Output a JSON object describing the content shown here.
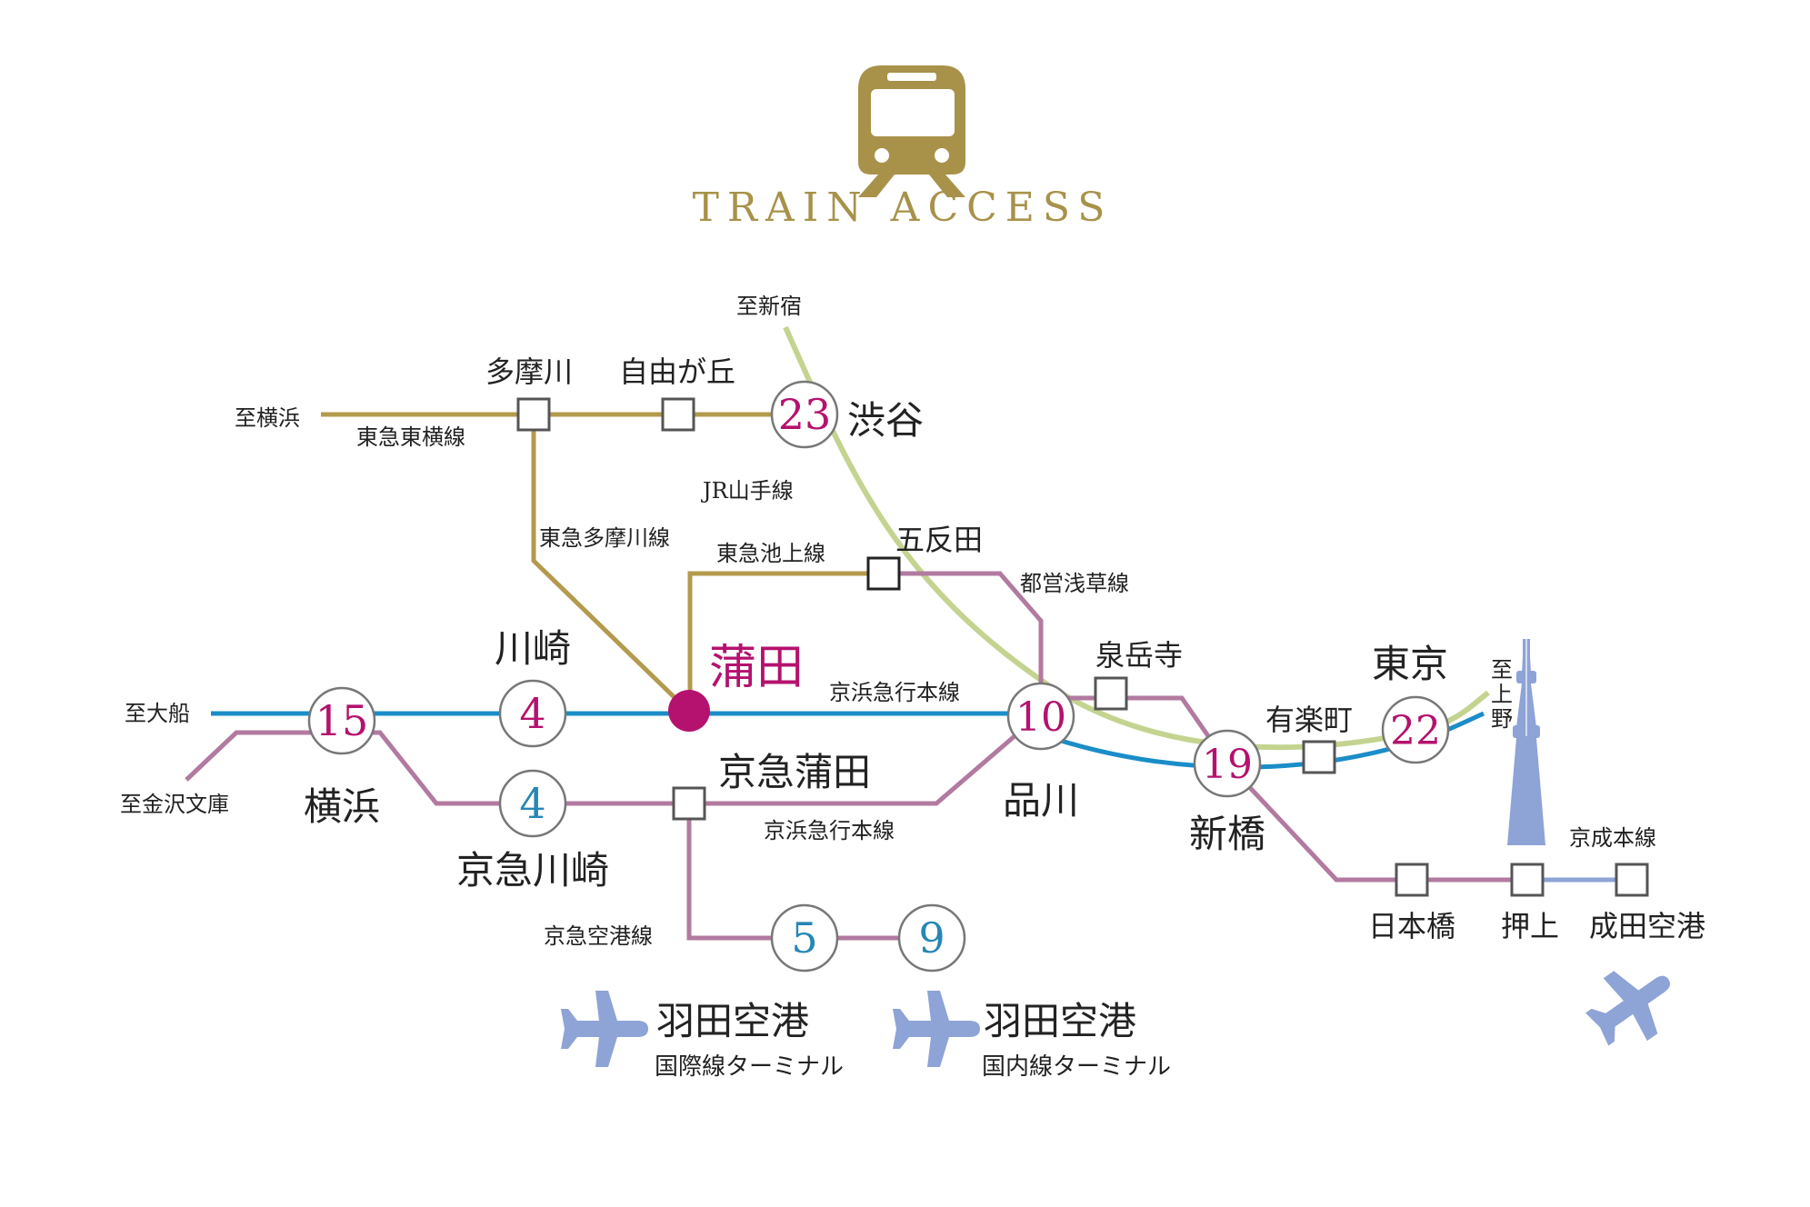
{
  "colors": {
    "gold": "#a8924a",
    "gold_line": "#b39a4d",
    "yamanote": "#c4d490",
    "blue": "#1b8dc8",
    "pink": "#b27aa0",
    "asakusa": "#b27aa0",
    "lightblue": "#8ea3d6",
    "magenta": "#b4126e",
    "teal": "#2687b5",
    "text": "#222222",
    "circle_stroke": "#777777"
  },
  "header": {
    "icon": "train-icon",
    "title": "TRAIN ACCESS"
  },
  "icons": {
    "plane": "airplane-icon",
    "tower": "skytree-tower-icon"
  },
  "lines": {
    "toyoko": "東急東横線",
    "tamagawa": "東急多摩川線",
    "ikegami": "東急池上線",
    "yamanote": "JR山手線",
    "asakusa": "都営浅草線",
    "keihin_upper": "京浜急行本線",
    "keihin_lower": "京浜急行本線",
    "airport_line": "京急空港線",
    "keisei": "京成本線"
  },
  "destinations": {
    "yokohama": "至横浜",
    "shinjuku": "至新宿",
    "ofuna": "至大船",
    "kanazawa": "至金沢文庫",
    "ueno": "至上野"
  },
  "stations": {
    "kamata": "蒲田",
    "tamagawa": "多摩川",
    "jiyugaoka": "自由が丘",
    "shibuya": "渋谷",
    "gotanda": "五反田",
    "sengakuji": "泉岳寺",
    "kawasaki": "川崎",
    "yokohama": "横浜",
    "keikyu_kawasaki": "京急川崎",
    "keikyu_kamata": "京急蒲田",
    "shinagawa": "品川",
    "shinbashi": "新橋",
    "yurakucho": "有楽町",
    "tokyo": "東京",
    "nihonbashi": "日本橋",
    "oshiage": "押上",
    "narita": "成田空港",
    "haneda_intl": "羽田空港",
    "haneda_intl_sub": "国際線ターミナル",
    "haneda_dom": "羽田空港",
    "haneda_dom_sub": "国内線ターミナル"
  },
  "minutes": {
    "shibuya": "23",
    "kawasaki": "4",
    "yokohama": "15",
    "keikyu_kawasaki": "4",
    "shinagawa": "10",
    "shinbashi": "19",
    "tokyo": "22",
    "haneda_intl": "5",
    "haneda_dom": "9"
  }
}
